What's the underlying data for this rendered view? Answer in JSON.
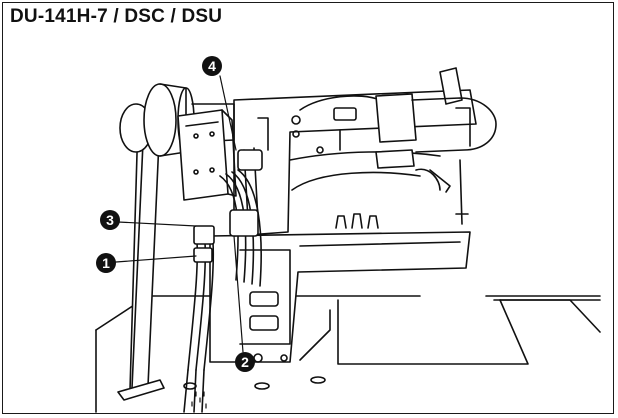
{
  "title": "DU-141H-7 / DSC / DSU",
  "callouts": [
    {
      "id": "1",
      "label": "❶"
    },
    {
      "id": "2",
      "label": "❷"
    },
    {
      "id": "3",
      "label": "❸"
    },
    {
      "id": "4",
      "label": "❹"
    }
  ],
  "colors": {
    "line": "#111111",
    "background": "#ffffff"
  }
}
